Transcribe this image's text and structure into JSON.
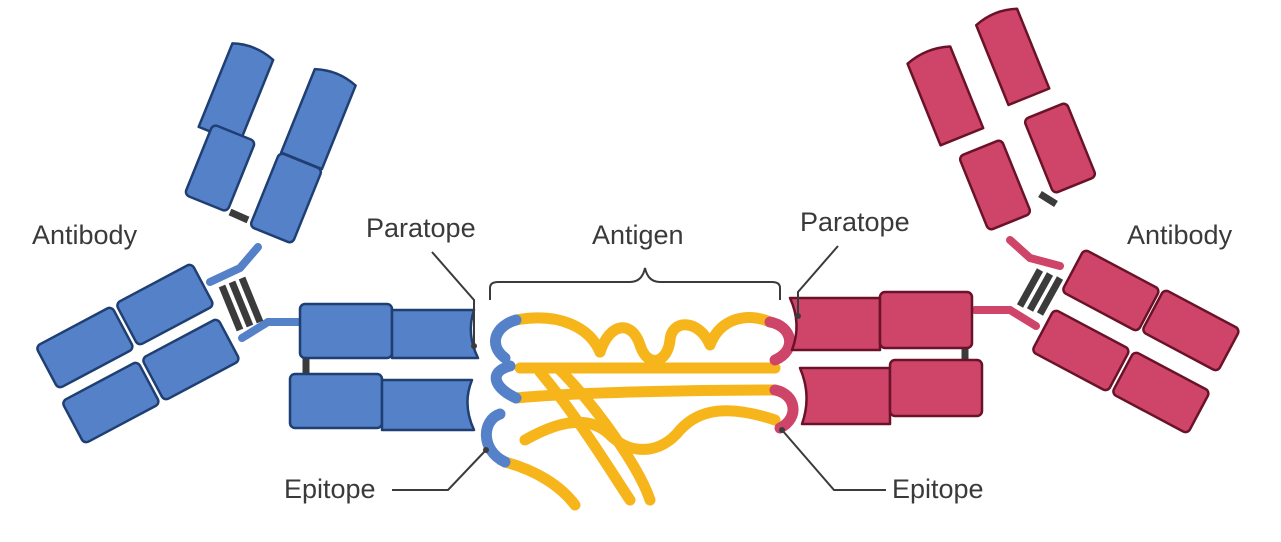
{
  "labels": {
    "antibody_left": "Antibody",
    "antibody_right": "Antibody",
    "paratope_left": "Paratope",
    "paratope_right": "Paratope",
    "antigen": "Antigen",
    "epitope_left": "Epitope",
    "epitope_right": "Epitope"
  },
  "colors": {
    "left_antibody": "#5581C8",
    "right_antibody": "#CF4469",
    "antigen": "#F7B51C",
    "bond": "#3B3B3B",
    "label_text": "#3A3A3A"
  }
}
